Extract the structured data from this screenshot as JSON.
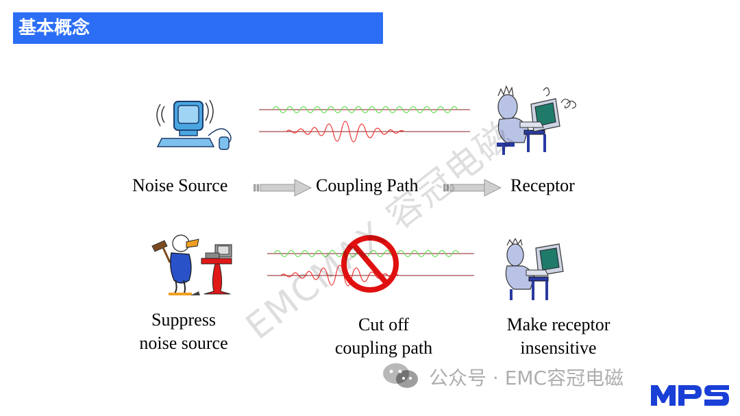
{
  "header": {
    "title": "基本概念"
  },
  "flow": {
    "source": "Noise Source",
    "path": "Coupling Path",
    "receptor": "Receptor"
  },
  "remedies": {
    "suppress_line1": "Suppress",
    "suppress_line2": "noise source",
    "cut_line1": "Cut off",
    "cut_line2": "coupling path",
    "make_line1": "Make receptor",
    "make_line2": "insensitive"
  },
  "watermark": {
    "diagonal": "EMCMAX 容冠电磁",
    "footer": "公众号 · EMC容冠电磁"
  },
  "colors": {
    "title_bar": "#2b6ef5",
    "wave_green": "#66dd55",
    "wave_red": "#ee3333",
    "arrow": "#bbbbbb",
    "logo": "#1a3fd6",
    "no_sign": "#e01010"
  }
}
